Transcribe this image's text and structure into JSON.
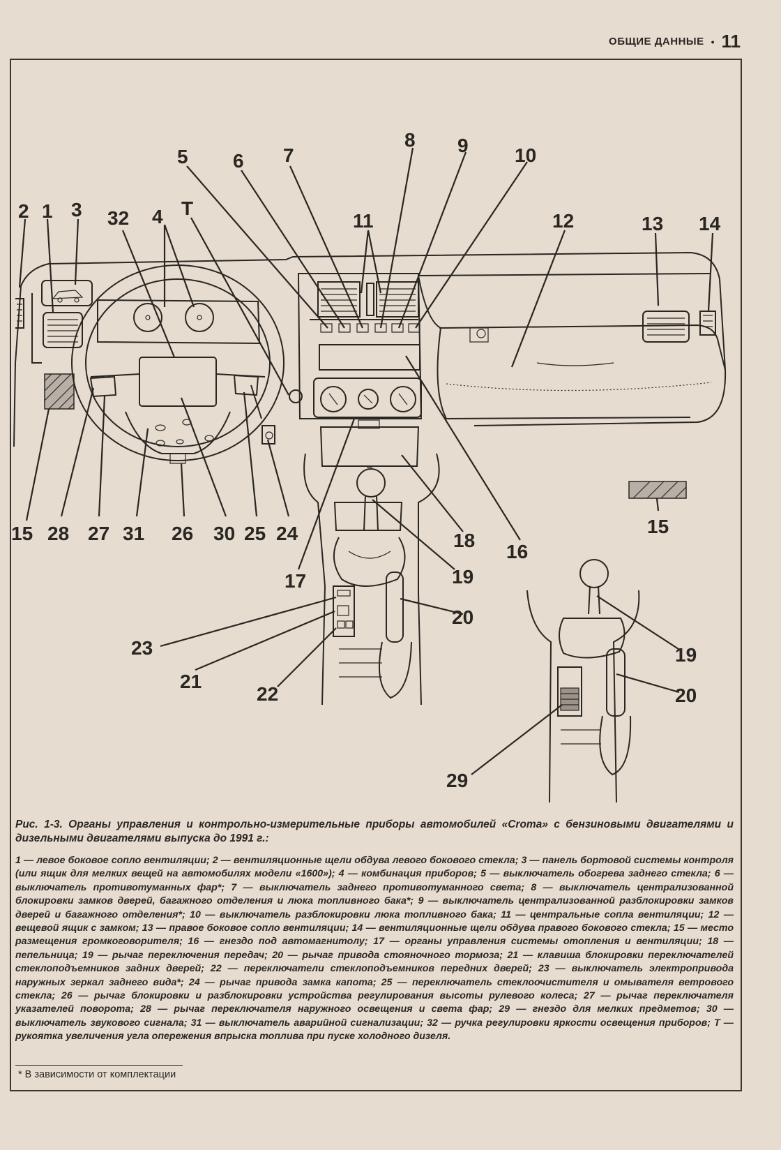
{
  "header": {
    "section": "ОБЩИЕ ДАННЫЕ",
    "bullet": "•",
    "page_number": "11"
  },
  "diagram": {
    "callouts": [
      "1",
      "2",
      "3",
      "4",
      "5",
      "6",
      "7",
      "8",
      "9",
      "10",
      "11",
      "12",
      "13",
      "14",
      "15",
      "16",
      "17",
      "18",
      "19",
      "20",
      "21",
      "22",
      "23",
      "24",
      "25",
      "26",
      "27",
      "28",
      "29",
      "30",
      "31",
      "32",
      "T"
    ]
  },
  "caption": {
    "title": "Рис. 1-3. Органы управления и контрольно-измерительные приборы автомобилей «Croma» с бензиновыми двигателями и дизельными двигателями выпуска до 1991 г.:",
    "legend": "1 — левое боковое сопло вентиляции; 2 — вентиляционные щели обдува левого бокового стекла; 3 — панель бортовой системы контроля (или ящик для мелких вещей на автомобилях модели «1600»); 4 — комбинация приборов; 5 — выключатель обогрева заднего стекла; 6 — выключатель противотуманных фар*; 7 — выключатель заднего противотуманного света; 8 — выключатель централизованной блокировки замков дверей, багажного отделения и люка топливного бака*; 9 — выключатель централизованной разблокировки замков дверей и багажного отделения*; 10 — выключатель разблокировки люка топливного бака; 11 — центральные сопла вентиляции; 12 — вещевой ящик с замком; 13 — правое боковое сопло вентиляции; 14 — вентиляционные щели обдува правого бокового стекла; 15 — место размещения громкоговорителя; 16 — гнездо под автомагнитолу; 17 — органы управления системы отопления и вентиляции; 18 — пепельница; 19 — рычаг переключения передач; 20 — рычаг привода стояночного тормоза; 21 — клавиша блокировки переключателей стеклоподъемников задних дверей; 22 — переключатели стеклоподъемников передних дверей; 23 — выключатель электропривода наружных зеркал заднего вида*; 24 — рычаг привода замка капота; 25 — переключатель стеклоочистителя и омывателя ветрового стекла; 26 — рычаг блокировки и разблокировки устройства регулирования высоты рулевого колеса; 27 — рычаг переключателя указателей поворота; 28 — рычаг переключателя наружного освещения и света фар; 29 — гнездо для мелких предметов; 30 — выключатель звукового сигнала; 31 — выключатель аварийной сигнализации; 32 — ручка регулировки яркости освещения приборов; T — рукоятка увеличения угла опережения впрыска топлива при пуске холодного дизеля."
  },
  "footnote": "* В зависимости от комплектации"
}
